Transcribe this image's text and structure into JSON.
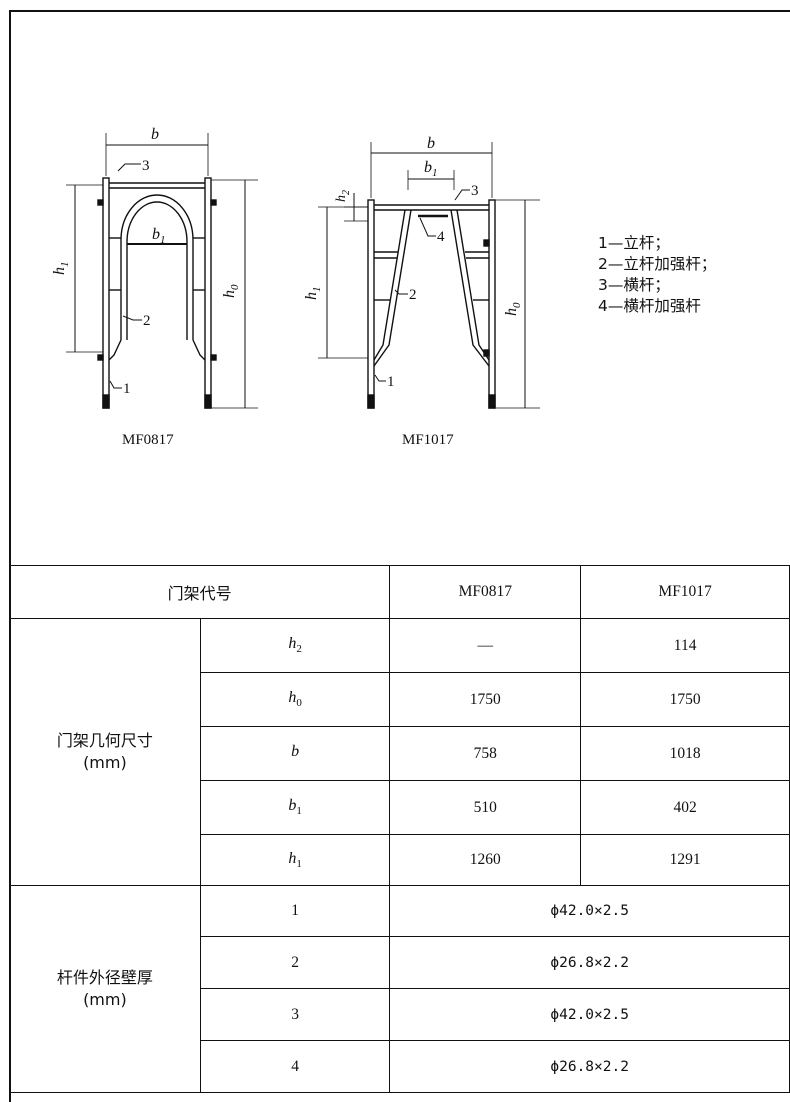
{
  "figures": [
    {
      "caption": "MF0817"
    },
    {
      "caption": "MF1017"
    }
  ],
  "dimension_labels": {
    "b": "b",
    "b1": "b",
    "b1_sub": "1",
    "h0": "h",
    "h0_sub": "0",
    "h1": "h",
    "h1_sub": "1",
    "h2": "h",
    "h2_sub": "2"
  },
  "callouts": [
    "1",
    "2",
    "3",
    "4"
  ],
  "legend": [
    "1—立杆；",
    "2—立杆加强杆；",
    "3—横杆；",
    "4—横杆加强杆"
  ],
  "table": {
    "header": {
      "label": "门架代号",
      "col1": "MF0817",
      "col2": "MF1017"
    },
    "geometry": {
      "group_label": "门架几何尺寸",
      "group_unit": "(mm)",
      "rows": [
        {
          "sym": "h",
          "sub": "2",
          "v1": "—",
          "v2": "114"
        },
        {
          "sym": "h",
          "sub": "0",
          "v1": "1750",
          "v2": "1750"
        },
        {
          "sym": "b",
          "sub": "",
          "v1": "758",
          "v2": "1018"
        },
        {
          "sym": "b",
          "sub": "1",
          "v1": "510",
          "v2": "402"
        },
        {
          "sym": "h",
          "sub": "1",
          "v1": "1260",
          "v2": "1291"
        }
      ]
    },
    "tubes": {
      "group_label": "杆件外径壁厚",
      "group_unit": "(mm)",
      "rows": [
        {
          "no": "1",
          "spec": "ϕ42.0×2.5"
        },
        {
          "no": "2",
          "spec": "ϕ26.8×2.2"
        },
        {
          "no": "3",
          "spec": "ϕ42.0×2.5"
        },
        {
          "no": "4",
          "spec": "ϕ26.8×2.2"
        }
      ]
    }
  }
}
